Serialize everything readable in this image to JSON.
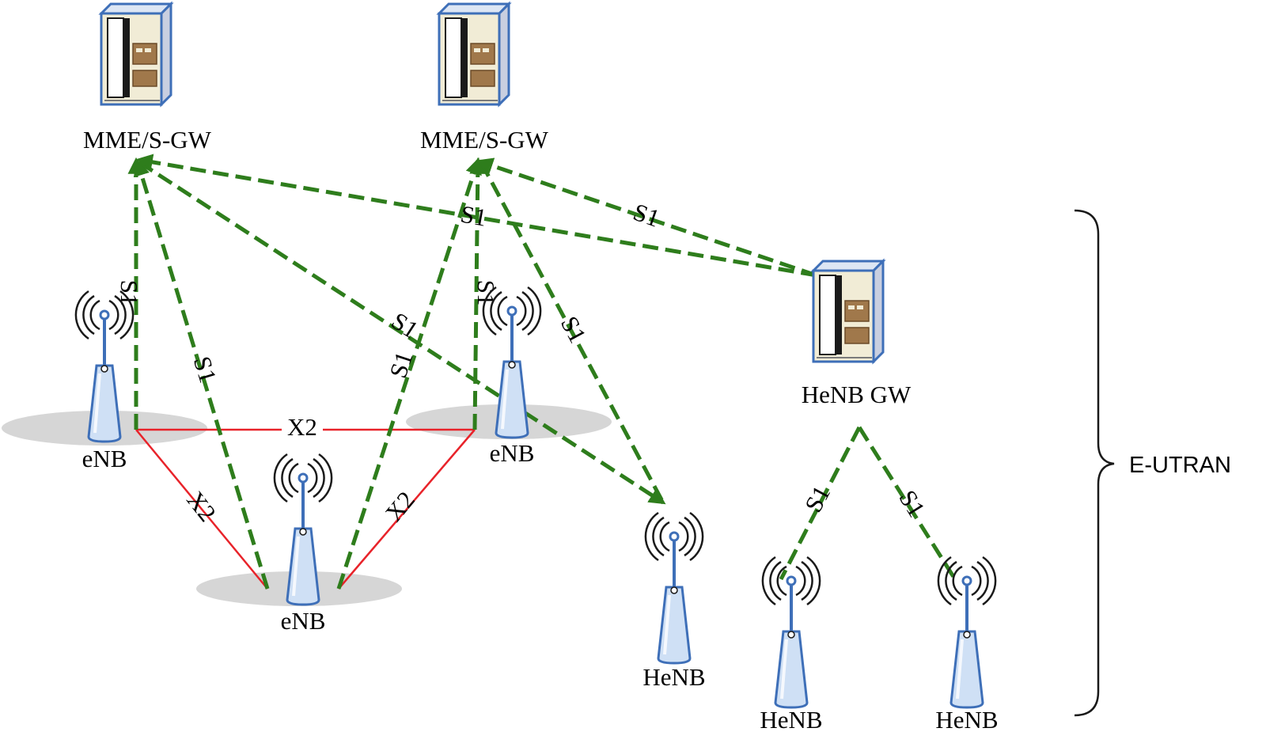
{
  "nodes": {
    "mme1": {
      "label": "MME/S-GW",
      "icon": "server-icon"
    },
    "mme2": {
      "label": "MME/S-GW",
      "icon": "server-icon"
    },
    "henb_gw": {
      "label": "HeNB GW",
      "icon": "server-icon"
    },
    "enb1": {
      "label": "eNB",
      "icon": "antenna-tower-icon"
    },
    "enb2": {
      "label": "eNB",
      "icon": "antenna-tower-icon"
    },
    "enb3": {
      "label": "eNB",
      "icon": "antenna-tower-icon"
    },
    "henb1": {
      "label": "HeNB",
      "icon": "antenna-tower-icon"
    },
    "henb2": {
      "label": "HeNB",
      "icon": "antenna-tower-icon"
    },
    "henb3": {
      "label": "HeNB",
      "icon": "antenna-tower-icon"
    }
  },
  "links": {
    "s1_label": "S1",
    "x2_label": "X2"
  },
  "region": {
    "label": "E-UTRAN"
  },
  "colors": {
    "s1_interface": "#2e7d1c",
    "x2_interface": "#e8232a",
    "server_body": "#f1ecd6",
    "server_outline": "#3e6fb8",
    "tower_fill": "#cfe0f5",
    "tower_outline": "#3e6fb8",
    "ground_shadow": "#d6d6d6"
  }
}
